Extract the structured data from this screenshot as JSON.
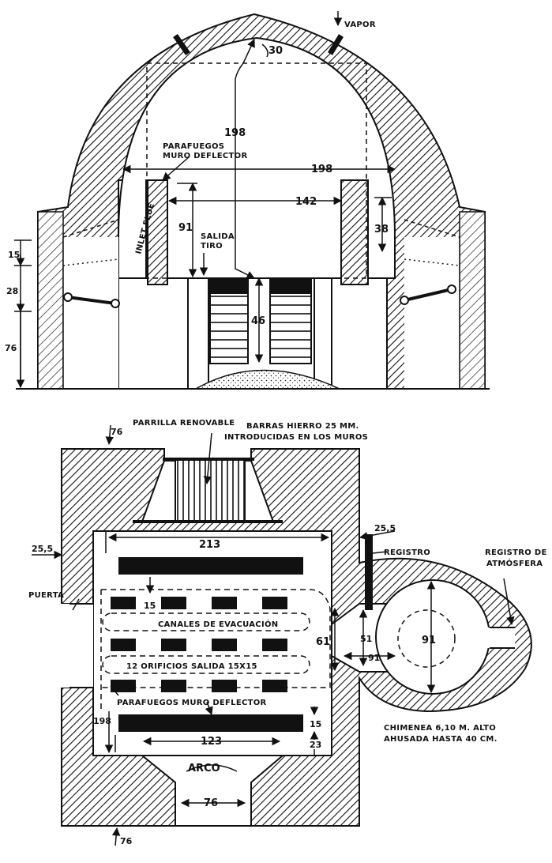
{
  "elevation": {
    "vapor": "VAPOR",
    "dim_30": "30",
    "dim_198_v": "198",
    "parafuegos_line1": "PARAFUEGOS",
    "parafuegos_line2": "MURO DEFLECTOR",
    "dim_198_h": "198",
    "inlet_flue": "INLET FLUE",
    "dim_142": "142",
    "dim_91": "91",
    "dim_38": "38",
    "salida_line1": "SALIDA",
    "salida_line2": "TIRO",
    "dim_46": "46",
    "dim_15": "15",
    "dim_28": "28",
    "dim_76": "76"
  },
  "plan": {
    "dim_76_top": "76",
    "parrilla": "PARRILLA RENOVABLE",
    "barras_line1": "BARRAS HIERRO 25 MM.",
    "barras_line2": "INTRODUCIDAS EN LOS MUROS",
    "dim_25_5_left": "25,5",
    "dim_213": "213",
    "dim_25_5_right": "25,5",
    "registro": "REGISTRO",
    "registro_atm_line1": "REGISTRO DE",
    "registro_atm_line2": "ATMÓSFERA",
    "puerta": "PUERTA",
    "dim_15": "15",
    "canales": "CANALES DE EVACUACIÓN",
    "dim_61": "61",
    "dim_51": "51",
    "dim_91_h": "91",
    "dim_91_v": "91",
    "orificios": "12 ORIFICIOS SALIDA 15X15",
    "parafuegos": "PARAFUEGOS MURO DEFLECTOR",
    "dim_198": "198",
    "dim_15_b": "15",
    "dim_123": "123",
    "dim_23": "23",
    "chimenea_line1": "CHIMENEA 6,10 M. ALTO",
    "chimenea_line2": "AHUSADA HASTA 40 CM.",
    "arco": "ARCO",
    "dim_76_arch": "76",
    "dim_76_bottom": "76"
  }
}
